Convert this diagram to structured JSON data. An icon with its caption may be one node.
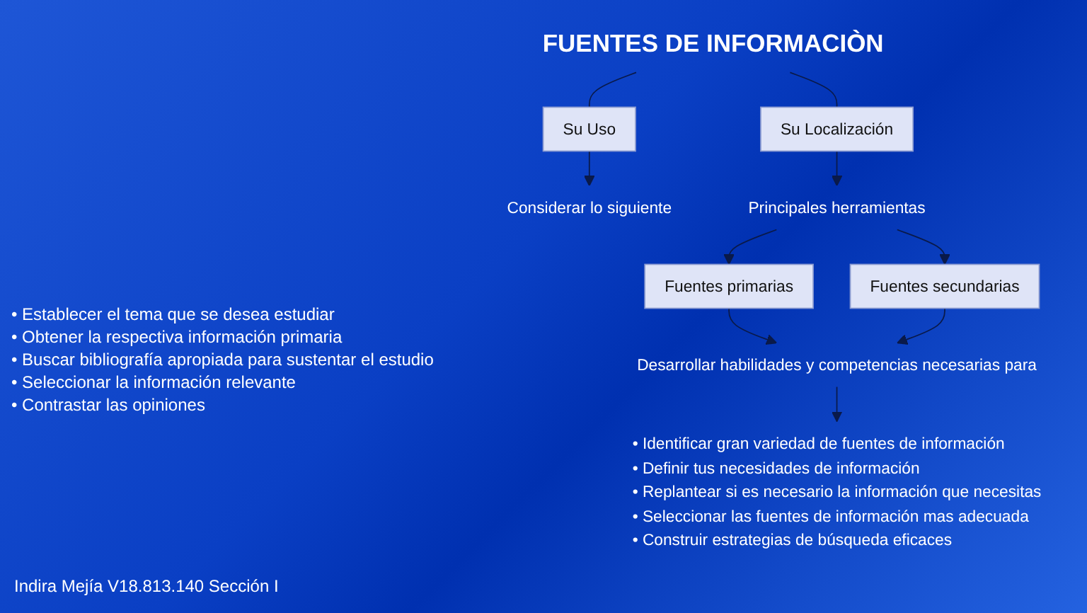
{
  "diagram": {
    "nodes": [
      {
        "text": [
          "FUENTES DE INFORMACIÒN"
        ]
      },
      {
        "text": [
          "Su Uso"
        ]
      },
      {
        "text": [
          "Su Localización"
        ]
      },
      {
        "text": [
          "Considerar lo siguiente"
        ]
      },
      {
        "text": [
          "Principales herramientas"
        ]
      },
      {
        "text": [
          "Fuentes primarias"
        ]
      },
      {
        "text": [
          "Fuentes secundarias"
        ]
      },
      {
        "text": [
          "Desarrollar habilidades y competencias necesarias para"
        ]
      },
      {
        "text": [
          "• Identificar gran variedad de fuentes de información",
          "• Definir tus necesidades de información",
          "• Replantear si es necesario la información que necesitas",
          "• Seleccionar las fuentes de información mas adecuada",
          "• Construir estrategias de búsqueda eficaces"
        ]
      }
    ],
    "edges": [
      {
        "from": 0,
        "to": 1,
        "arrow": "none"
      },
      {
        "from": 0,
        "to": 2,
        "arrow": "none"
      },
      {
        "from": 1,
        "to": 3,
        "arrow": "to"
      },
      {
        "from": 2,
        "to": 4,
        "arrow": "to"
      },
      {
        "from": 4,
        "to": 5,
        "arrow": "to"
      },
      {
        "from": 4,
        "to": 6,
        "arrow": "to"
      },
      {
        "from": 5,
        "to": 7,
        "arrow": "to"
      },
      {
        "from": 6,
        "to": 7,
        "arrow": "to"
      },
      {
        "from": 7,
        "to": 8,
        "arrow": "to"
      }
    ],
    "labels": [
      "• Establecer el tema que se desea estudiar",
      "• Obtener la respectiva información primaria",
      "• Buscar bibliografía apropiada para sustentar el estudio",
      "• Seleccionar la información relevante",
      "• Contrastar las opiniones",
      "Indira Mejía V18.813.140 Sección I"
    ]
  }
}
